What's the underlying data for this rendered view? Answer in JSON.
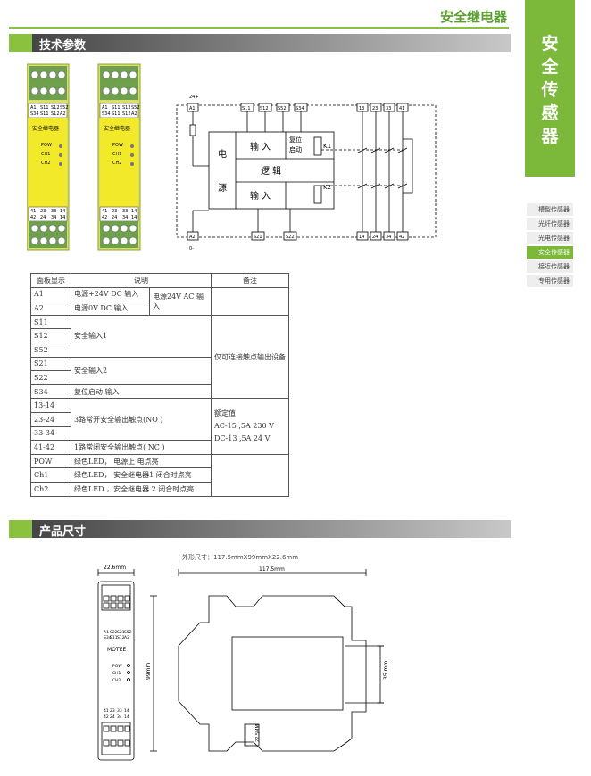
{
  "header": {
    "title": "安全继电器"
  },
  "side_tab": {
    "chars": [
      "安",
      "全",
      "传",
      "感",
      "器"
    ]
  },
  "side_menu": {
    "items": [
      "槽型传感器",
      "光纤传感器",
      "光电传感器",
      "安全传感器",
      "接近传感器",
      "专用传感器"
    ],
    "active_index": 3
  },
  "sections": {
    "params": "技术参数",
    "dimensions": "产品尺寸"
  },
  "module": {
    "top_labels": [
      "A1",
      "S11",
      "S12",
      "S52",
      "S34",
      "S11",
      "S12",
      "A2"
    ],
    "name": "安全继电器",
    "leds": [
      "POW",
      "CH1",
      "CH2"
    ],
    "bottom_labels": [
      "41",
      "23",
      "33",
      "14",
      "42",
      "24",
      "34",
      "14"
    ],
    "brand": "MOTEE",
    "dim_top_labels": [
      "A1",
      "S22",
      "S21",
      "S52",
      "S34",
      "S11",
      "S12",
      "A2"
    ],
    "dim_bottom_labels": [
      "41",
      "23",
      "33",
      "14",
      "42",
      "24",
      "34",
      "14"
    ]
  },
  "circuit": {
    "terminals_top": [
      "A1",
      "S11",
      "S12",
      "S52",
      "S34",
      "13",
      "23",
      "33",
      "41"
    ],
    "terminals_bottom": [
      "A2",
      "S21",
      "S22",
      "14",
      "24",
      "34",
      "42"
    ],
    "supply_plus": "24+",
    "supply_minus": "0-",
    "power_label": [
      "电",
      "源"
    ],
    "input1": "输 入",
    "logic": "逻 辑",
    "input2": "输 入",
    "reset": [
      "复位",
      "启动"
    ],
    "k1": "K1",
    "k2": "K2"
  },
  "table": {
    "headers": [
      "面板显示",
      "说明",
      "备注"
    ],
    "rows": [
      {
        "code": "A1",
        "desc": "电源+24V DC  输入",
        "group": "电源24V AC 输入"
      },
      {
        "code": "A2",
        "desc": "电源0V DC  输入"
      },
      {
        "code": "S11",
        "desc": ""
      },
      {
        "code": "S12",
        "desc": "安全输入1"
      },
      {
        "code": "S52",
        "desc": ""
      },
      {
        "code": "S21",
        "desc": ""
      },
      {
        "code": "S22",
        "desc": "安全输入2"
      },
      {
        "code": "S34",
        "desc": "复位启动 输入"
      },
      {
        "code": "13-14",
        "desc": ""
      },
      {
        "code": "23-24",
        "desc": "3路常开安全输出触点(NO )"
      },
      {
        "code": "33-34",
        "desc": ""
      },
      {
        "code": "41-42",
        "desc": "1路常闭安全输出触点( NC )"
      },
      {
        "code": "POW",
        "desc": "绿色LED，  电源上  电点亮"
      },
      {
        "code": "Ch1",
        "desc": "绿色LED，  安全继电器1  闭合时点亮"
      },
      {
        "code": "Ch2",
        "desc": "绿色LED ，安全继电器 2 闭合时点亮"
      }
    ],
    "note_inputs": "仅可连接触点输出设备",
    "note_outputs": {
      "title": "额定值",
      "ac": "AC-15  ,5A 230  V",
      "dc": "DC-13  ,5A 24   V"
    }
  },
  "dimensions": {
    "overall": "外形尺寸：117.5mmX99mmX22.6mm",
    "width": "22.6mm",
    "length": "117.5mm",
    "height": "99mm",
    "rail": "35 mm",
    "side_label": "22.5MM"
  }
}
